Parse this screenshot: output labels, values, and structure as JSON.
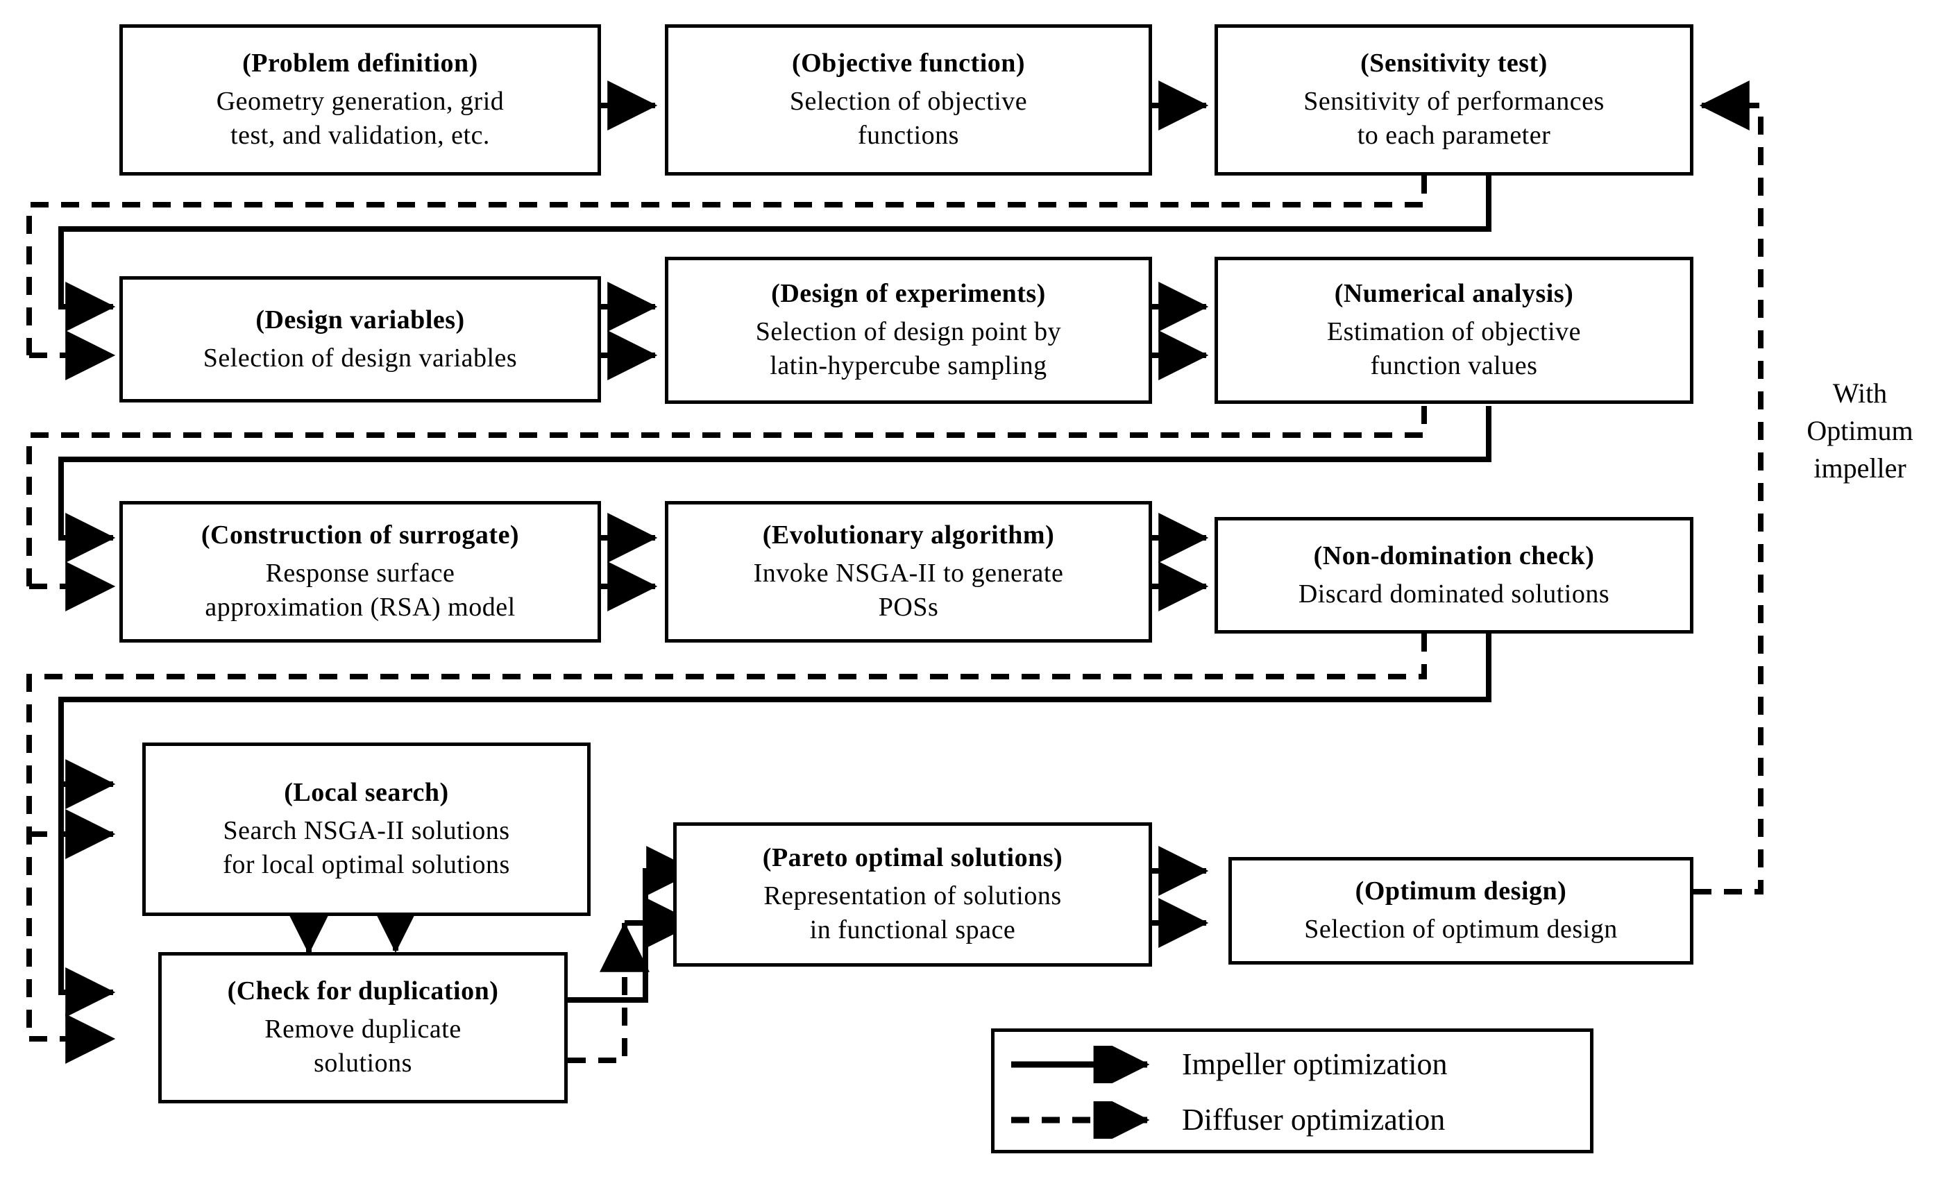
{
  "figure": {
    "type": "flowchart",
    "title": "Optimization procedure flowchart"
  },
  "nodes": [
    {
      "id": "problem-definition",
      "title": "(Problem  definition)",
      "body": "Geometry  generation,  grid\ntest, and validation,  etc."
    },
    {
      "id": "objective-function",
      "title": "(Objective function)",
      "body": "Selection  of objective\nfunctions"
    },
    {
      "id": "sensitivity-test",
      "title": "(Sensitivity test)",
      "body": "Sensitivity  of performances\nto each parameter"
    },
    {
      "id": "design-variables",
      "title": "(Design variables)",
      "body": "Selection  of design  variables"
    },
    {
      "id": "design-of-experiments",
      "title": "(Design of experiments)",
      "body": "Selection  of design  point by\nlatin-hypercube  sampling"
    },
    {
      "id": "numerical-analysis",
      "title": "(Numerical  analysis)",
      "body": "Estimation  of objective\nfunction  values"
    },
    {
      "id": "construction-of-surrogate",
      "title": "(Construction  of surrogate)",
      "body": "Response  surface\napproximation  (RSA) model"
    },
    {
      "id": "evolutionary-algorithm",
      "title": "(Evolutionary  algorithm)",
      "body": "Invoke  NSGA-II to generate\nPOSs"
    },
    {
      "id": "non-domination-check",
      "title": "(Non-domination  check)",
      "body": "Discard  dominated  solutions"
    },
    {
      "id": "local-search",
      "title": "(Local search)",
      "body": "Search NSGA-II solutions\nfor local optimal  solutions"
    },
    {
      "id": "check-for-duplication",
      "title": "(Check for duplication)",
      "body": "Remove  duplicate\nsolutions"
    },
    {
      "id": "pareto-optimal-solutions",
      "title": "(Pareto optimal solutions)",
      "body": "Representation  of solutions\nin functional  space"
    },
    {
      "id": "optimum-design",
      "title": "(Optimum  design)",
      "body": "Selection of optimum  design"
    }
  ],
  "annotations": {
    "feedback_label": "With\nOptimum\nimpeller"
  },
  "legend": {
    "items": [
      {
        "id": "impeller-optimization",
        "label": "Impeller  optimization",
        "line": "solid"
      },
      {
        "id": "diffuser-optimization",
        "label": "Diffuser optimization",
        "line": "dashed"
      }
    ]
  },
  "colors": {
    "stroke": "#000000",
    "background": "#ffffff"
  }
}
